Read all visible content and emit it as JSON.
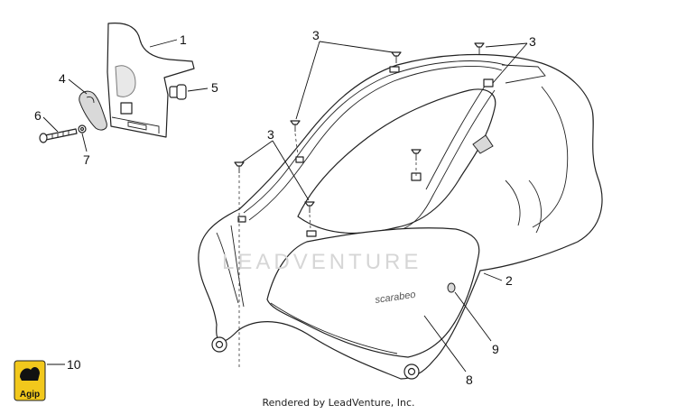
{
  "callouts": {
    "c1": "1",
    "c2": "2",
    "c3a": "3",
    "c3b": "3",
    "c3c": "3",
    "c4": "4",
    "c5": "5",
    "c6": "6",
    "c7": "7",
    "c8": "8",
    "c9": "9",
    "c10": "10"
  },
  "watermark": "LEADVENTURE",
  "brand_label": "scarabeo",
  "logo_text": "Agip",
  "credit": "Rendered by LeadVenture, Inc.",
  "colors": {
    "logo_yellow": "#f2c81c",
    "line": "#222222",
    "watermark": "#d6d6d6"
  }
}
